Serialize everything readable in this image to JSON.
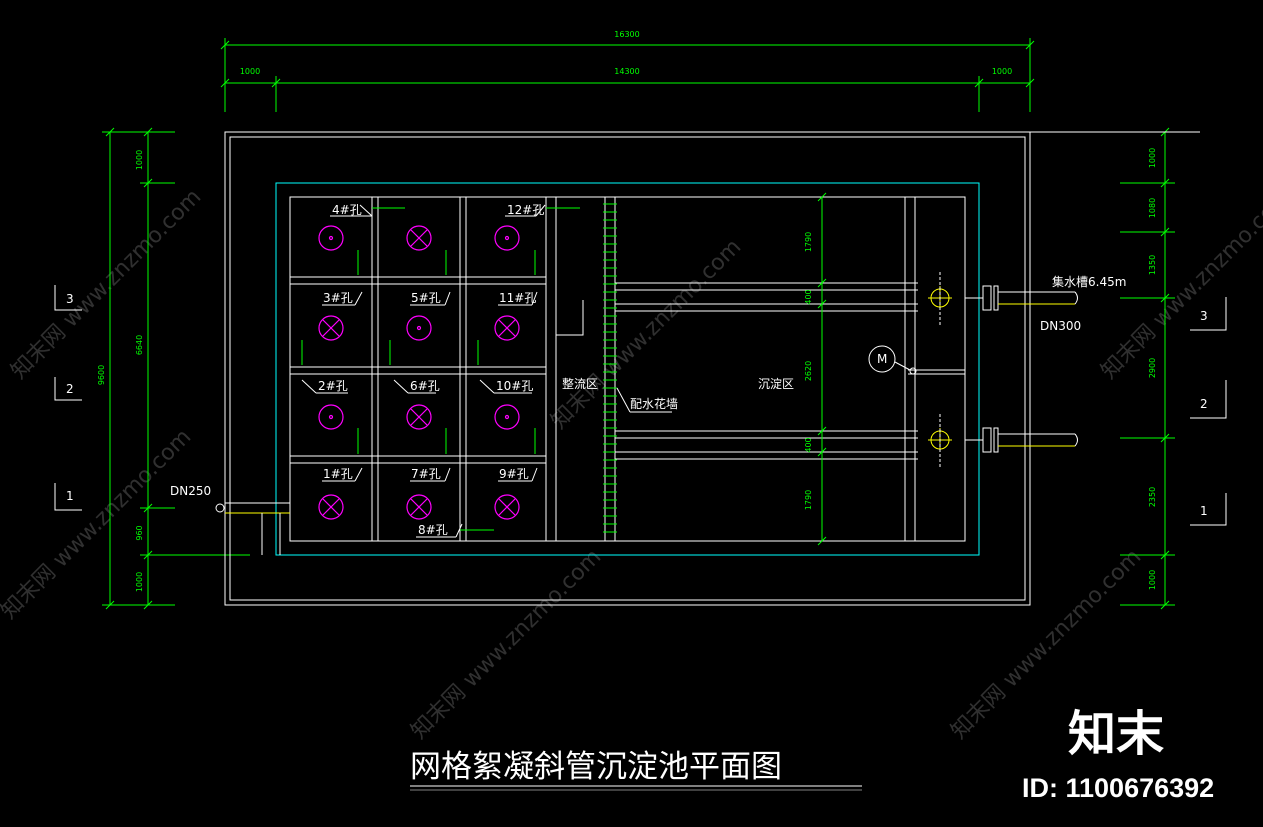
{
  "drawing": {
    "title": "网格絮凝斜管沉淀池平面图",
    "dims_top": {
      "total": "16300",
      "left": "1000",
      "middle": "14300",
      "right": "1000"
    },
    "dims_left": {
      "outer": "9600",
      "top": "1000",
      "middle": "6640",
      "lower": "960",
      "bottom": "1000"
    },
    "dims_right": {
      "a": "1000",
      "b": "1080",
      "c": "1350",
      "d": "2900",
      "e": "2350",
      "f": "1000"
    },
    "dims_inner": {
      "a": "1790",
      "b": "400",
      "c": "2620",
      "d": "400",
      "e": "1790"
    },
    "section_marks": [
      "1",
      "2",
      "3"
    ],
    "pipe_inlet": "DN250",
    "pipe_outlet": "DN300",
    "elevation_note": "集水槽6.45m",
    "zones": {
      "rectifying": "整流区",
      "settling": "沉淀区",
      "wall": "配水花墙"
    },
    "motor_label": "M",
    "holes": [
      "1#孔",
      "2#孔",
      "3#孔",
      "4#孔",
      "5#孔",
      "6#孔",
      "7#孔",
      "8#孔",
      "9#孔",
      "10#孔",
      "11#孔",
      "12#孔"
    ]
  },
  "watermark": {
    "text": "知末网 www.znzmo.com",
    "brand": "知末",
    "id": "ID: 1100676392"
  },
  "colors": {
    "background": "#000000",
    "walls": "#ffffff",
    "inner_wall": "#00ffff",
    "dimension": "#00ff00",
    "valve": "#ff00ff",
    "pipe": "#ffff00"
  }
}
